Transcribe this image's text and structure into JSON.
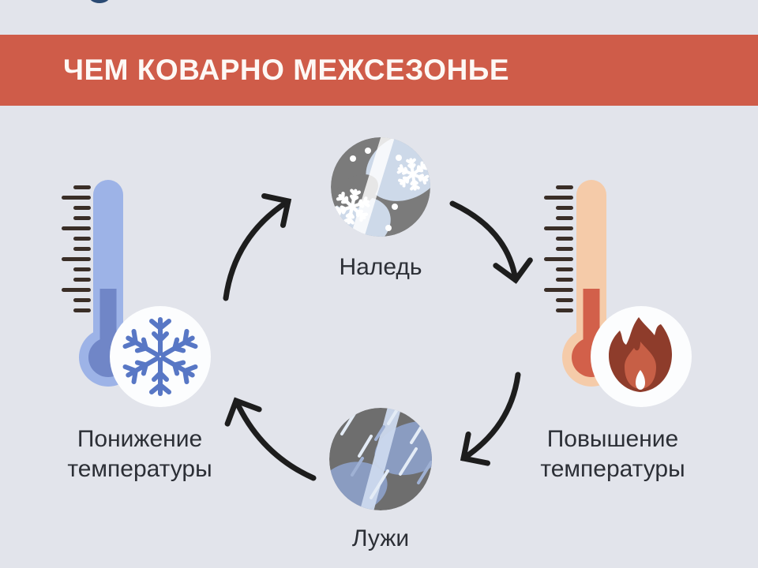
{
  "page": {
    "background_color": "#e2e4eb",
    "partial_logo": "cut-off navy logo arc at top edge"
  },
  "header": {
    "title": "ЧЕМ КОВАРНО МЕЖСЕЗОНЬЕ",
    "background_color": "#cf5c49",
    "text_color": "#fdf8f5"
  },
  "cycle": {
    "direction": "clockwise",
    "top": {
      "label": "Наледь",
      "icon": "icy-road-circle"
    },
    "right": {
      "lines": [
        "Повышение",
        "температуры"
      ],
      "icon": "thermometer-hot-with-fire"
    },
    "bottom": {
      "label": "Лужи",
      "icon": "wet-road-puddles-circle"
    },
    "left": {
      "lines": [
        "Понижение",
        "температуры"
      ],
      "icon": "thermometer-cold-with-snowflake"
    }
  },
  "colors": {
    "background": "#e2e4eb",
    "header_band": "#cf5c49",
    "title_text": "#fdf8f5",
    "label_text": "#2c2f36",
    "arrow": "#1d1d1d",
    "ruler_ticks": "#3a2e27",
    "cold_tube": "#9db3e7",
    "cold_mercury": "#7086c7",
    "snowflake": "#5877c5",
    "hot_tube": "#f5cba9",
    "hot_mercury": "#d2604a",
    "flame_outer": "#8e3c2b",
    "flame_inner": "#c75f46",
    "white_badge_circle": "#fcfdfe",
    "road_gray_top": "#7b7b7b",
    "road_gray_bottom": "#6e6e6e",
    "ice_patch": "#cdd9e9",
    "puddle": "#8a9cc1",
    "road_stripe": "#ffffff",
    "logo_arc": "#2a4a73"
  }
}
